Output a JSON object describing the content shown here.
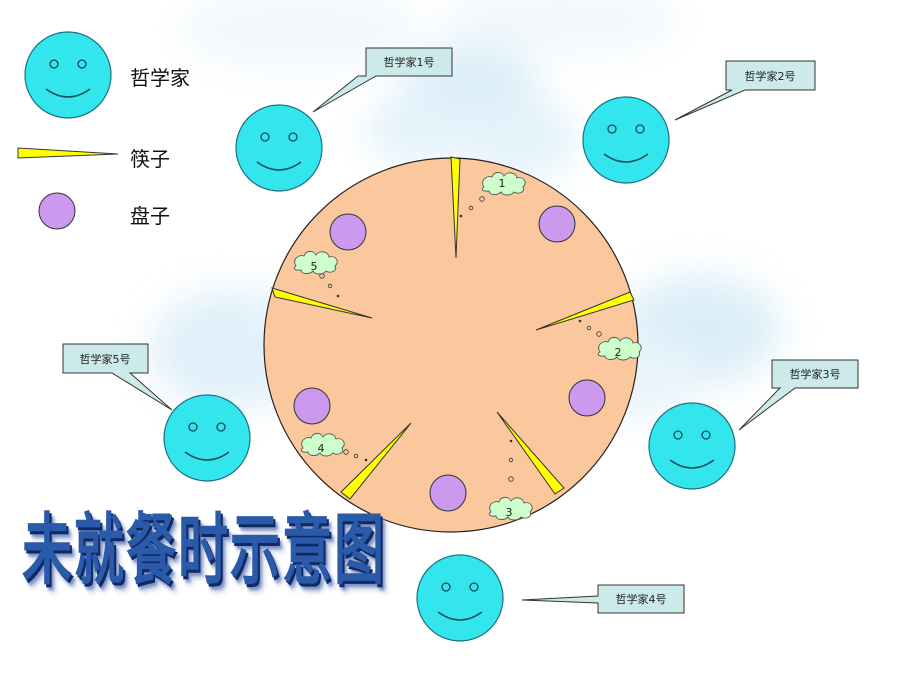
{
  "legend": {
    "philosopher_label": "哲学家",
    "chopstick_label": "筷子",
    "plate_label": "盘子"
  },
  "callouts": [
    {
      "label": "哲学家1号"
    },
    {
      "label": "哲学家2号"
    },
    {
      "label": "哲学家3号"
    },
    {
      "label": "哲学家4号"
    },
    {
      "label": "哲学家5号"
    }
  ],
  "clouds": [
    "1",
    "2",
    "3",
    "4",
    "5"
  ],
  "title": "未就餐时示意图",
  "colors": {
    "face": "#33e6ee",
    "table": "#fbc79d",
    "plate": "#cc99ee",
    "chopstick": "#ffff00",
    "callout": "#cdeaea",
    "cloud": "#ccffcc",
    "title": "#2b5aa8"
  }
}
